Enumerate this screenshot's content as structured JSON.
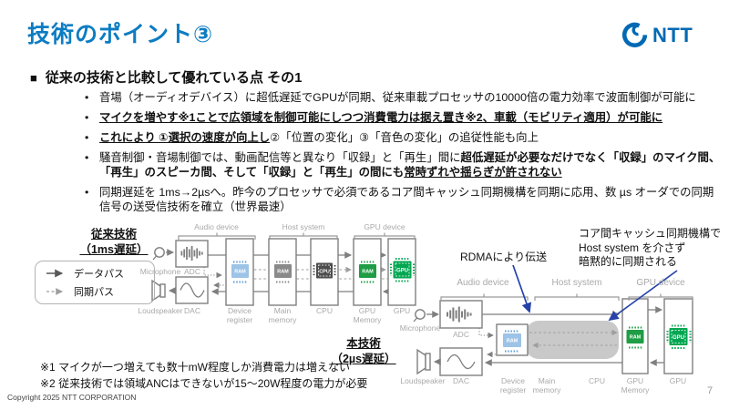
{
  "slide": {
    "title": "技術のポイント③",
    "page_number": "7",
    "copyright": "Copyright 2025 NTT CORPORATION"
  },
  "logo": {
    "text": "NTT"
  },
  "heading": {
    "marker": "■",
    "text": "従来の技術と比較して優れている点 その1"
  },
  "bullets": [
    {
      "runs": [
        "音場（オーディオデバイス）に超低遅延でGPUが同期、従来車載プロセッサの10000倍の電力効率で波面制御が可能に"
      ]
    },
    {
      "runs": [
        "マイクを増やす※1ことで広領域を制御可能にしつつ消費電力は据え置き※2、車載（モビリティ適用）が可能に"
      ]
    },
    {
      "runs": [
        "これにより ①選択の速度が向上し",
        "②「位置の変化」③「音色の変化」の追従性能も向上"
      ]
    },
    {
      "runs": [
        "騒音制御・音場制御では、動画配信等と異なり「収録」と「再生」間に",
        "超低遅延が必要なだけでなく「収録」のマイク間、「再生」のスピーカ間、そして「収録」と「再生」の間にも",
        "常時ずれや揺らぎが許されない"
      ]
    },
    {
      "runs": [
        "同期遅延を 1ms→2µsへ。昨今のプロセッサで必須であるコア間キャッシュ同期機構を同期に応用、数 µs オーダでの同期信号の送受信技術を確立（世界最速）"
      ]
    }
  ],
  "footnotes": {
    "note1": "※1 マイクが一つ増えても数十mW程度しか消費電力は増えない",
    "note2": "※2 従来技術では領域ANCはできないが15～20W程度の電力が必要"
  },
  "diagrams": {
    "legend": {
      "data_path": "データパス",
      "sync_path": "同期パス"
    },
    "conventional": {
      "caption1": "従来技術",
      "caption2": "（1ms遅延）"
    },
    "proposed": {
      "caption1": "本技術",
      "caption2": "（2µs遅延）",
      "annotation_rdma": "RDMAにより伝送",
      "annotation_cache1": "コア間キャッシュ同期機構で",
      "annotation_cache2": "Host system を介さず",
      "annotation_cache3": "暗黙的に同期される"
    },
    "groups": {
      "audio": "Audio device",
      "host": "Host system",
      "gpu": "GPU device"
    },
    "devices": {
      "microphone": "Microphone",
      "adc": "ADC",
      "loudspeaker": "Loudspeaker",
      "dac": "DAC",
      "device_register": "Device register",
      "main_memory": "Main memory",
      "cpu": "CPU",
      "gpu_memory": "GPU Memory",
      "gpu": "GPU"
    },
    "chips": {
      "ram": "RAM",
      "cpu": "CPU",
      "gpu": "GPU"
    }
  },
  "colors": {
    "title_blue": "#0d7cc2",
    "logo_blue": "#0169b4",
    "annotation_arrow_blue": "#2642a8",
    "ram_chip_blue": "#9dc3e6",
    "ram_chip_gray": "#8a8a8a",
    "cpu_chip_dark": "#4d4d4d",
    "ram_chip_green": "#1f9d45",
    "gpu_chip_green": "#00a650",
    "host_bypass_blob": "#c9c9c9",
    "diagram_gray": "#7f7f7f",
    "label_gray": "#a9a9a9"
  }
}
